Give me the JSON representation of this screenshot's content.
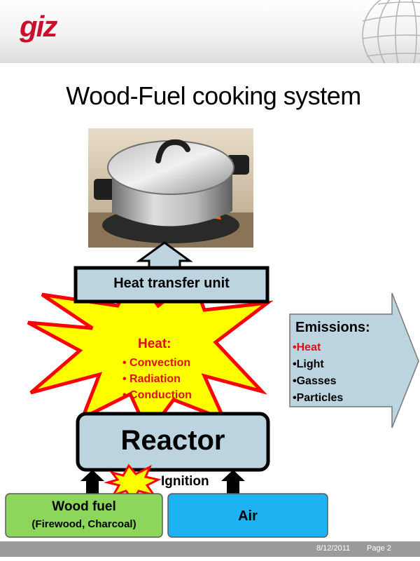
{
  "header": {
    "logo_text": "giz"
  },
  "title": "Wood-Fuel cooking system",
  "diagram": {
    "heat_transfer_unit": "Heat transfer unit",
    "heat": {
      "title": "Heat:",
      "items": [
        "Convection",
        "Radiation",
        "Conduction"
      ]
    },
    "reactor": "Reactor",
    "ignition": "Ignition",
    "wood_fuel": {
      "label": "Wood fuel",
      "sub": "(Firewood, Charcoal)"
    },
    "air": "Air",
    "emissions": {
      "title": "Emissions:",
      "items": [
        "Heat",
        "Light",
        "Gasses",
        "Particles"
      ]
    }
  },
  "colors": {
    "box_blue": "#bcd3e0",
    "wood_green": "#8cd65c",
    "air_blue": "#1fb2f2",
    "burst_yellow": "#ffff00",
    "burst_red": "#ff0000",
    "accent_red": "#e01010"
  },
  "footer": {
    "date": "8/12/2011",
    "page": "Page 2"
  }
}
